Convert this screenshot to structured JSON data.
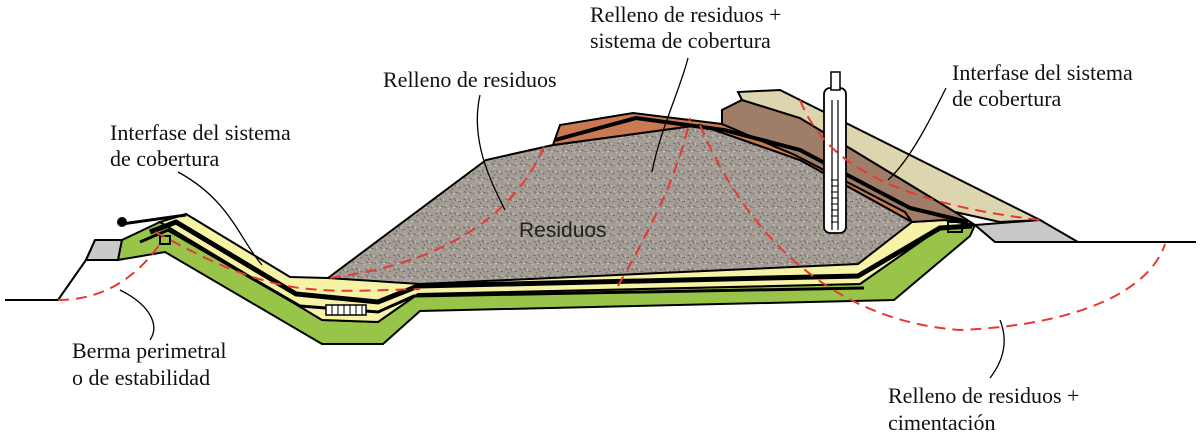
{
  "labels": {
    "cover_interface_left_line1": "Interfase del sistema",
    "cover_interface_left_line2": "de cobertura",
    "waste_fill": "Relleno de residuos",
    "waste_fill_cover_line1": "Relleno de residuos +",
    "waste_fill_cover_line2": "sistema de cobertura",
    "cover_interface_right_line1": "Interfase del sistema",
    "cover_interface_right_line2": "de cobertura",
    "waste": "Residuos",
    "berm_line1": "Berma perimetral",
    "berm_line2": "o de estabilidad",
    "waste_fill_foundation_line1": "Relleno de residuos +",
    "waste_fill_foundation_line2": "cimentación"
  },
  "colors": {
    "waste": "#a49d95",
    "liner_yellow": "#f7f3a6",
    "foundation_green": "#98c44a",
    "cover_brown": "#c97a52",
    "cover_darkbrown": "#a07d68",
    "cover_tan": "#ddd5ad",
    "gravel_gray": "#c9c9c9",
    "failure_surface": "#e53935",
    "outline": "#000000"
  },
  "icons": {
    "gas_well": "gas-well-icon",
    "leak_detection_riser": "riser-pipe-icon",
    "leachate_collection_pipe": "collection-pipe-icon"
  }
}
